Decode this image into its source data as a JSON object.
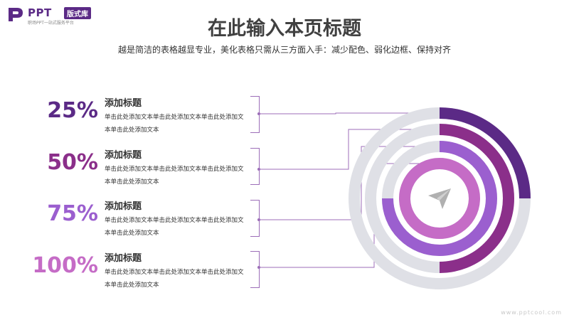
{
  "brand": {
    "logo_text": "PPT",
    "logo_badge": "版式库",
    "tagline": "职场PPT一站式服务平台"
  },
  "header": {
    "title": "在此输入本页标题",
    "subtitle": "越是简洁的表格越显专业，美化表格只需从三方面入手：减少配色、弱化边框、保持对齐"
  },
  "items": [
    {
      "percent": "25%",
      "value": 25,
      "title": "添加标题",
      "desc": "单击此处添加文本单击此处添加文本单击此处添加文本单击此处添加文本",
      "color": "#5b2a86"
    },
    {
      "percent": "50%",
      "value": 50,
      "title": "添加标题",
      "desc": "单击此处添加文本单击此处添加文本单击此处添加文本单击此处添加文本",
      "color": "#8b2f8a"
    },
    {
      "percent": "75%",
      "value": 75,
      "title": "添加标题",
      "desc": "单击此处添加文本单击此处添加文本单击此处添加文本单击此处添加文本",
      "color": "#9b5fcf"
    },
    {
      "percent": "100%",
      "value": 100,
      "title": "添加标题",
      "desc": "单击此处添加文本单击此处添加文本单击此处添加文本单击此处添加文本",
      "color": "#c56cc6"
    }
  ],
  "colors": {
    "track": "#dfe0e6",
    "connector": "#9c6db8",
    "center_icon": "#b0b0b0"
  },
  "center_icon": "paper-plane-icon",
  "watermark": "www.pptcool.com"
}
